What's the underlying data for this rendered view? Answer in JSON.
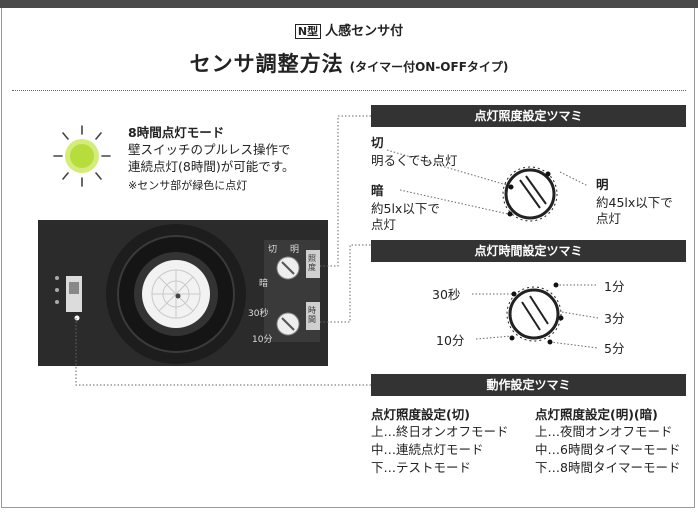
{
  "header": {
    "type_badge": "N型",
    "type_text": "人感センサ付",
    "title": "センサ調整方法",
    "subtitle": "(タイマー付ON-OFFタイプ)"
  },
  "mode_note": {
    "heading": "8時間点灯モード",
    "line1": "壁スイッチのプルレス操作で",
    "line2": "連続点灯(8時間)が可能です。",
    "note": "※センサ部が緑色に点灯"
  },
  "device": {
    "brightness_cut": "切",
    "brightness_bright": "明",
    "brightness_dark": "暗",
    "time_30s": "30秒",
    "time_10m": "10分",
    "side_tab_1": "照度",
    "side_tab_2": "時間"
  },
  "brightness_knob": {
    "header": "点灯照度設定ツマミ",
    "cut_label": "切",
    "cut_desc": "明るくても点灯",
    "dark_label": "暗",
    "dark_desc_1": "約5lx以下で",
    "dark_desc_2": "点灯",
    "bright_label": "明",
    "bright_desc_1": "約45lx以下で",
    "bright_desc_2": "点灯"
  },
  "time_knob": {
    "header": "点灯時間設定ツマミ",
    "l_30s": "30秒",
    "l_1m": "1分",
    "l_3m": "3分",
    "l_5m": "5分",
    "l_10m": "10分"
  },
  "action_switch": {
    "header": "動作設定ツマミ",
    "left_title": "点灯照度設定(切)",
    "left_items": [
      "上…終日オンオフモード",
      "中…連続点灯モード",
      "下…テストモード"
    ],
    "right_title": "点灯照度設定(明)(暗)",
    "right_items": [
      "上…夜間オンオフモード",
      "中…6時間タイマーモード",
      "下…8時間タイマーモード"
    ]
  },
  "colors": {
    "sensor_green": "#b6dd3c",
    "header_bar": "#333333",
    "device_body": "#2b2b2b"
  }
}
